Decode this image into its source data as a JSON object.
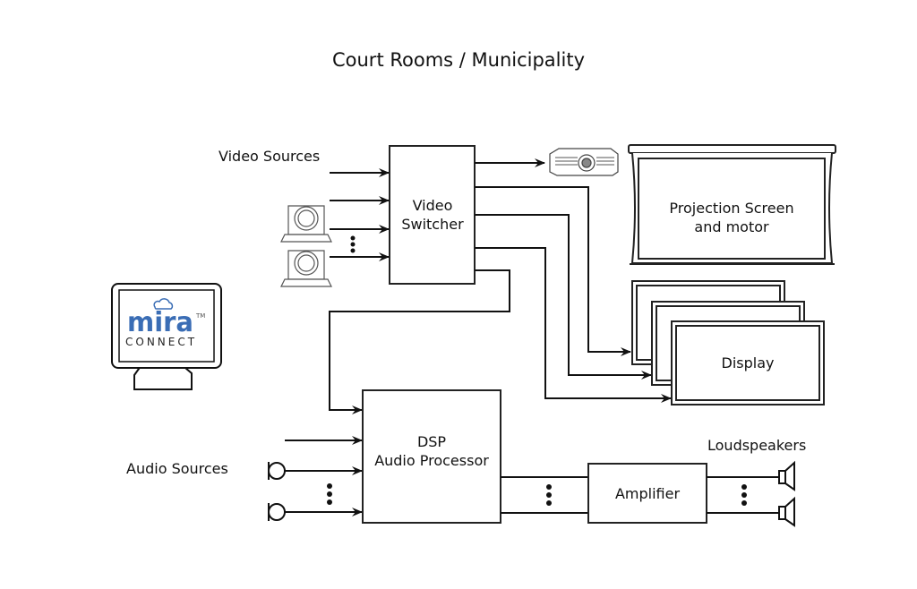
{
  "title": "Court Rooms / Municipality",
  "labels": {
    "video_sources": "Video Sources",
    "audio_sources": "Audio Sources",
    "loudspeakers": "Loudspeakers"
  },
  "blocks": {
    "video_switcher": [
      "Video",
      "Switcher"
    ],
    "projection_screen": [
      "Projection Screen",
      "and motor"
    ],
    "display": "Display",
    "dsp": [
      "DSP",
      "Audio Processor"
    ],
    "amplifier": "Amplifier"
  },
  "logo": {
    "word": "mira",
    "sub": "CONNECT",
    "tm": "TM",
    "color": "#3a6db5"
  },
  "icons": [
    "camera-icon",
    "projector-icon",
    "microphone-icon",
    "speaker-icon",
    "touch-panel-icon"
  ]
}
